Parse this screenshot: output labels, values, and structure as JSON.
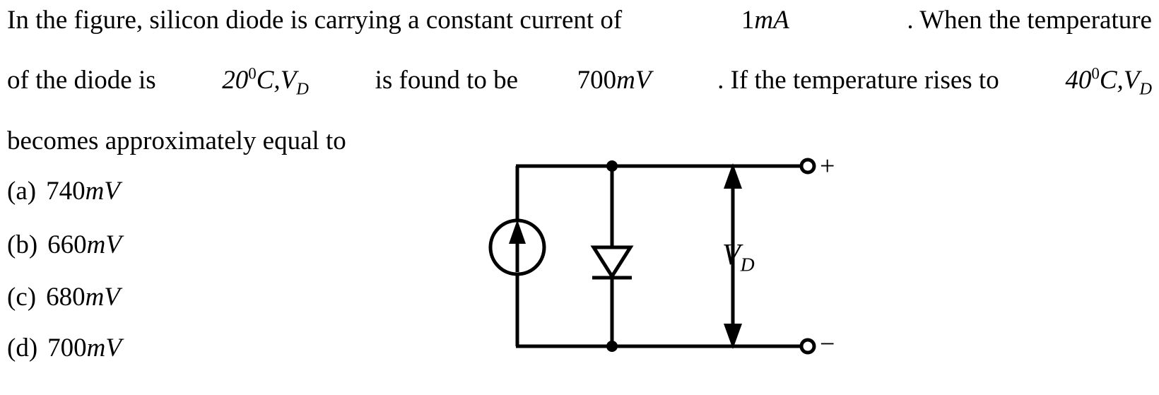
{
  "question": {
    "line1_prefix": "In the figure, silicon diode is carrying a constant current of",
    "line1_value": "1",
    "line1_unit": "mA",
    "line1_suffix": ". When the temperature",
    "line2_prefix": "of the diode is",
    "line2_temp1": "20",
    "line2_temp1_sup": "0",
    "line2_temp1_unit": "C,",
    "line2_var1": "V",
    "line2_var1_sub": "D",
    "line2_mid": "is found to be",
    "line2_value": "700",
    "line2_unit": "mV",
    "line2_mid2": ". If the temperature rises to",
    "line2_temp2": "40",
    "line2_temp2_sup": "0",
    "line2_temp2_unit": "C,",
    "line2_var2": "V",
    "line2_var2_sub": "D",
    "line3": "becomes approximately equal to"
  },
  "options": [
    {
      "label": "(a)",
      "value": "740",
      "unit": "mV"
    },
    {
      "label": "(b)",
      "value": "660",
      "unit": "mV"
    },
    {
      "label": "(c)",
      "value": "680",
      "unit": "mV"
    },
    {
      "label": "(d)",
      "value": "700",
      "unit": "mV"
    }
  ],
  "figure": {
    "type": "circuit-diagram",
    "current_source": "ideal-current-source-arrow-up",
    "diode": "silicon-diode-cathode-down",
    "voltage_label": "V",
    "voltage_label_sub": "D",
    "terminal_positive": "+",
    "terminal_negative": "−",
    "line_color": "#000000",
    "background": "#ffffff"
  }
}
